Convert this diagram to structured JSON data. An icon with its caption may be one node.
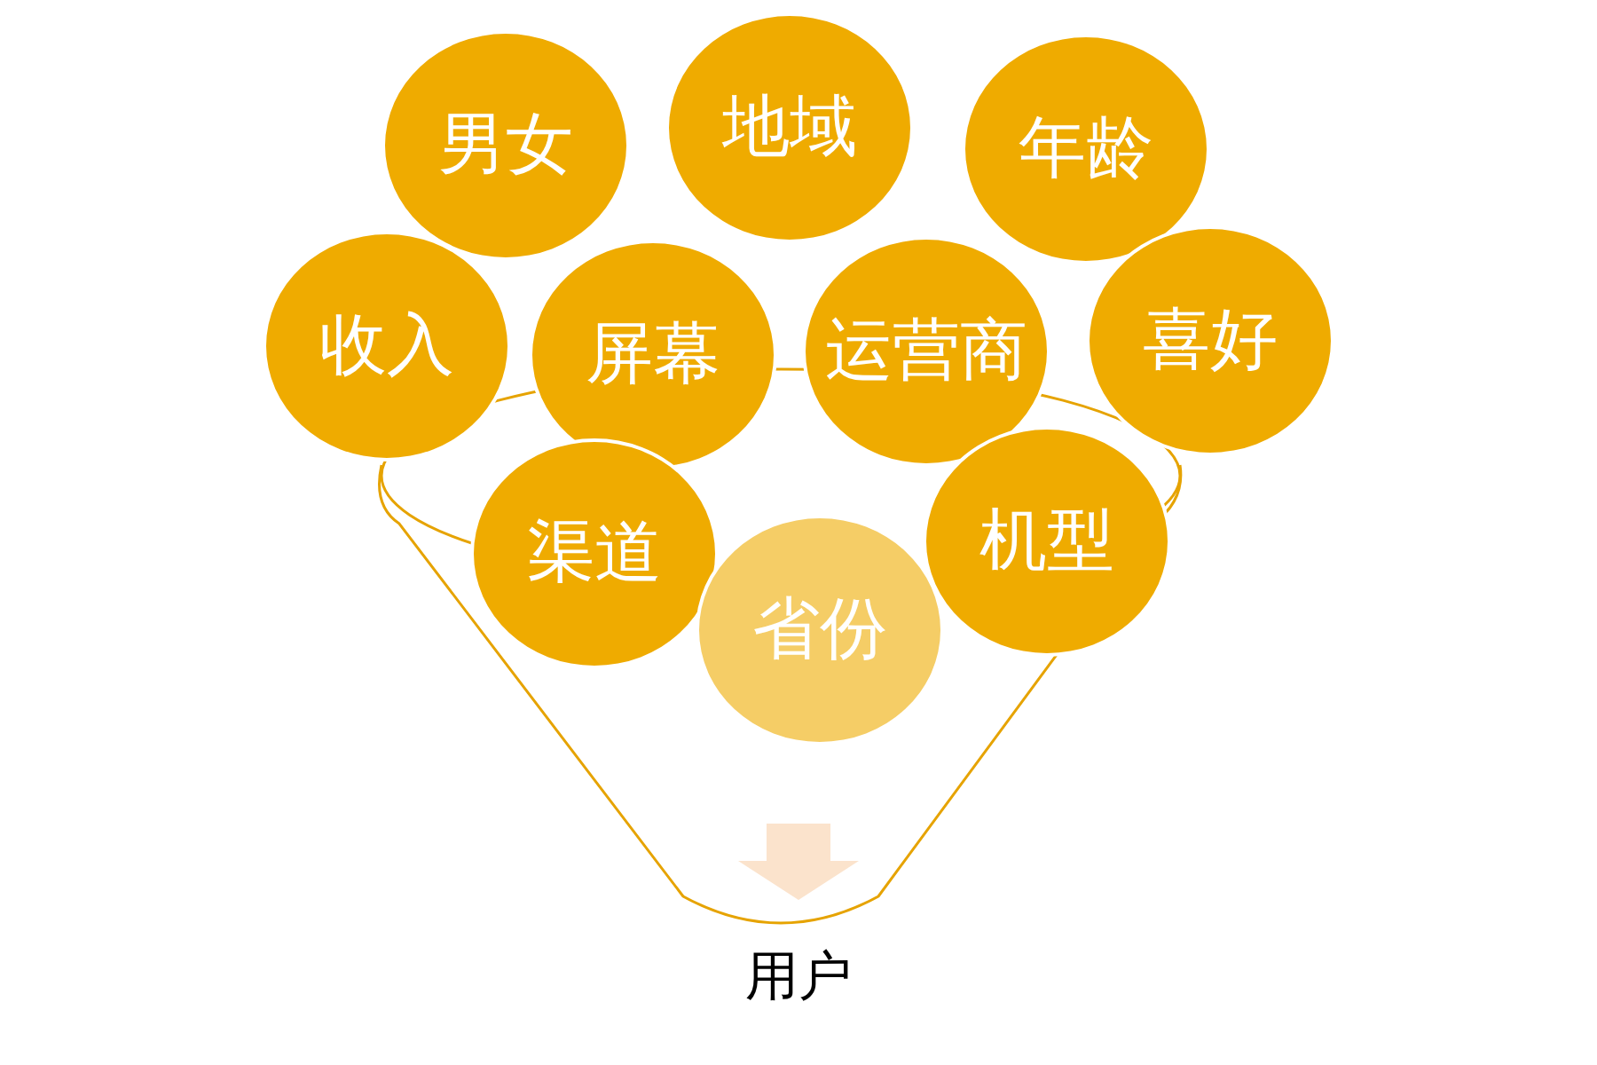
{
  "diagram": {
    "nodes": [
      {
        "text": [
          "男女"
        ]
      },
      {
        "text": [
          "地域"
        ]
      },
      {
        "text": [
          "年龄"
        ]
      },
      {
        "text": [
          "收入"
        ]
      },
      {
        "text": [
          "屏幕"
        ]
      },
      {
        "text": [
          "运营商"
        ]
      },
      {
        "text": [
          "喜好"
        ]
      },
      {
        "text": [
          "渠道"
        ]
      },
      {
        "text": [
          "机型"
        ]
      },
      {
        "text": [
          "省份"
        ]
      }
    ],
    "labels": [
      "用户"
    ]
  }
}
